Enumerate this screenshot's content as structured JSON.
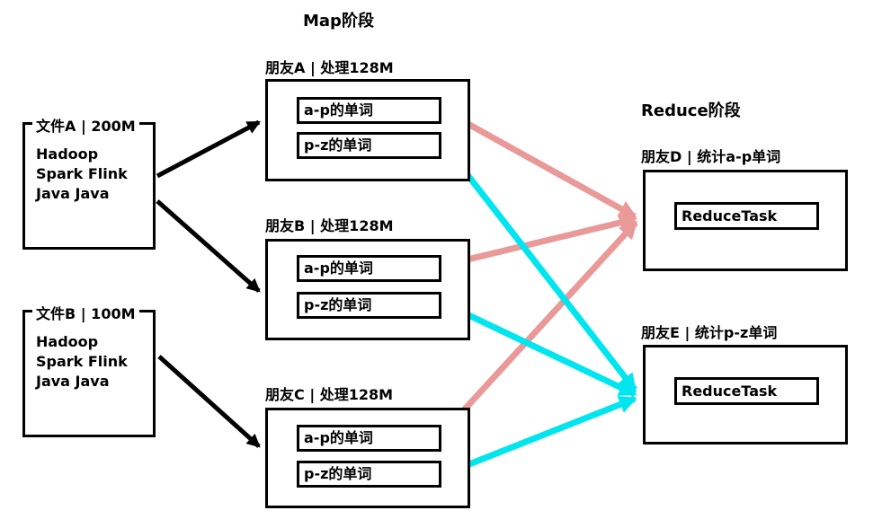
{
  "titles": {
    "map_phase": "Map阶段",
    "reduce_phase": "Reduce阶段"
  },
  "files": [
    {
      "label": "文件A | 200M",
      "lines": [
        "Hadoop",
        "Spark Flink",
        "Java Java"
      ]
    },
    {
      "label": "文件B | 100M",
      "lines": [
        "Hadoop",
        "Spark Flink",
        "Java Java"
      ]
    }
  ],
  "mappers": [
    {
      "label": "朋友A | 处理128M",
      "partitions": [
        "a-p的单词",
        "p-z的单词"
      ]
    },
    {
      "label": "朋友B | 处理128M",
      "partitions": [
        "a-p的单词",
        "p-z的单词"
      ]
    },
    {
      "label": "朋友C | 处理128M",
      "partitions": [
        "a-p的单词",
        "p-z的单词"
      ]
    }
  ],
  "reducers": [
    {
      "label": "朋友D | 统计a-p单词",
      "task": "ReduceTask"
    },
    {
      "label": "朋友E | 统计p-z单词",
      "task": "ReduceTask"
    }
  ],
  "colors": {
    "split_arrow": "#000000",
    "ap_shuffle_arrow": "#ea9999",
    "pz_shuffle_arrow": "#00e5ee"
  }
}
